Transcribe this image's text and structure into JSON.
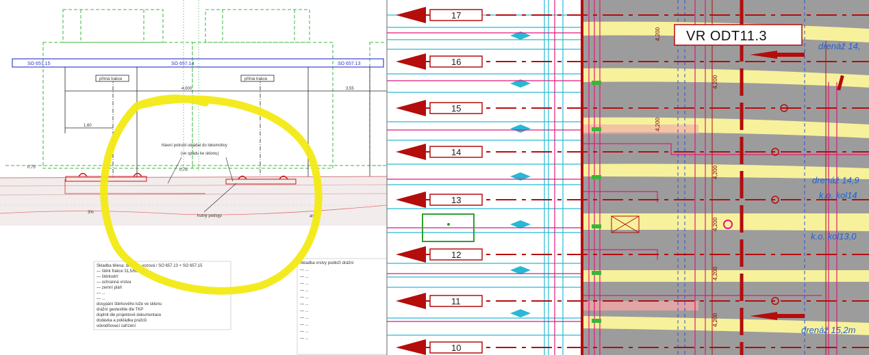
{
  "left_drawing": {
    "labels": {
      "sign_a": "SO 657.15",
      "sign_b": "SO 657.14",
      "sign_c": "SO 657.13",
      "dim_a": "4,000",
      "dim_b": "3,55",
      "dim_c": "1,60",
      "dim_d": "0,75",
      "dim_e": "0,75",
      "box_a": "přímá trakce",
      "box_b": "přímá trakce",
      "pct_a": "3%",
      "pct_b": "4%",
      "note_a": "hlavní potrubí ukládat do lokomotivy",
      "note_b": "(ve spádu ke sklonu)",
      "note_c": "hutný podsyp"
    },
    "table_a_lines": [
      "Skladba tělesa: drážní + vozová / SO 657.13 + SO 657.15",
      "— štěrk frakce 31,5/63 v tl.",
      "— štěrkodrť",
      "— ochranná vrstva",
      "— zemní pláň",
      "— ...",
      "— ...",
      "dosypání štěrkového lože ve sklonu",
      "drážní geotextilie dle TKP",
      "doplnit dle projektové dokumentace",
      "dodávka a pokládka pražců",
      "odvodňovací zařízení"
    ],
    "table_b_lines": [
      "Skladba vrstvy podloží drážní",
      "— ...",
      "— ...",
      "— ...",
      "— ...",
      "— ...",
      "— ...",
      "— ...",
      "— ...",
      "— ...",
      "— ...",
      "— ..."
    ]
  },
  "right_drawing": {
    "title_box": "VR ODT11.3",
    "track_numbers": [
      "17",
      "16",
      "15",
      "14",
      "13",
      "12",
      "11",
      "10"
    ],
    "drainage_labels": [
      "drenáž 14,",
      "drenáž 14,9",
      "k.o. kol14",
      "k.o. kol13,0",
      "drenáž 15,2m"
    ],
    "vertical_dims": [
      "4,200",
      "4,200",
      "4,200",
      "4,200",
      "4,200",
      "4,200",
      "4,200"
    ],
    "colors": {
      "track_red": "#b50c0c",
      "pink": "#e2187a",
      "cyan": "#27b9d4",
      "yellow_band": "#f7f19c",
      "gray_band": "#9c9c9c",
      "blue_text": "#1f5fd6",
      "highlight_yellow": "#f2ea13"
    }
  }
}
